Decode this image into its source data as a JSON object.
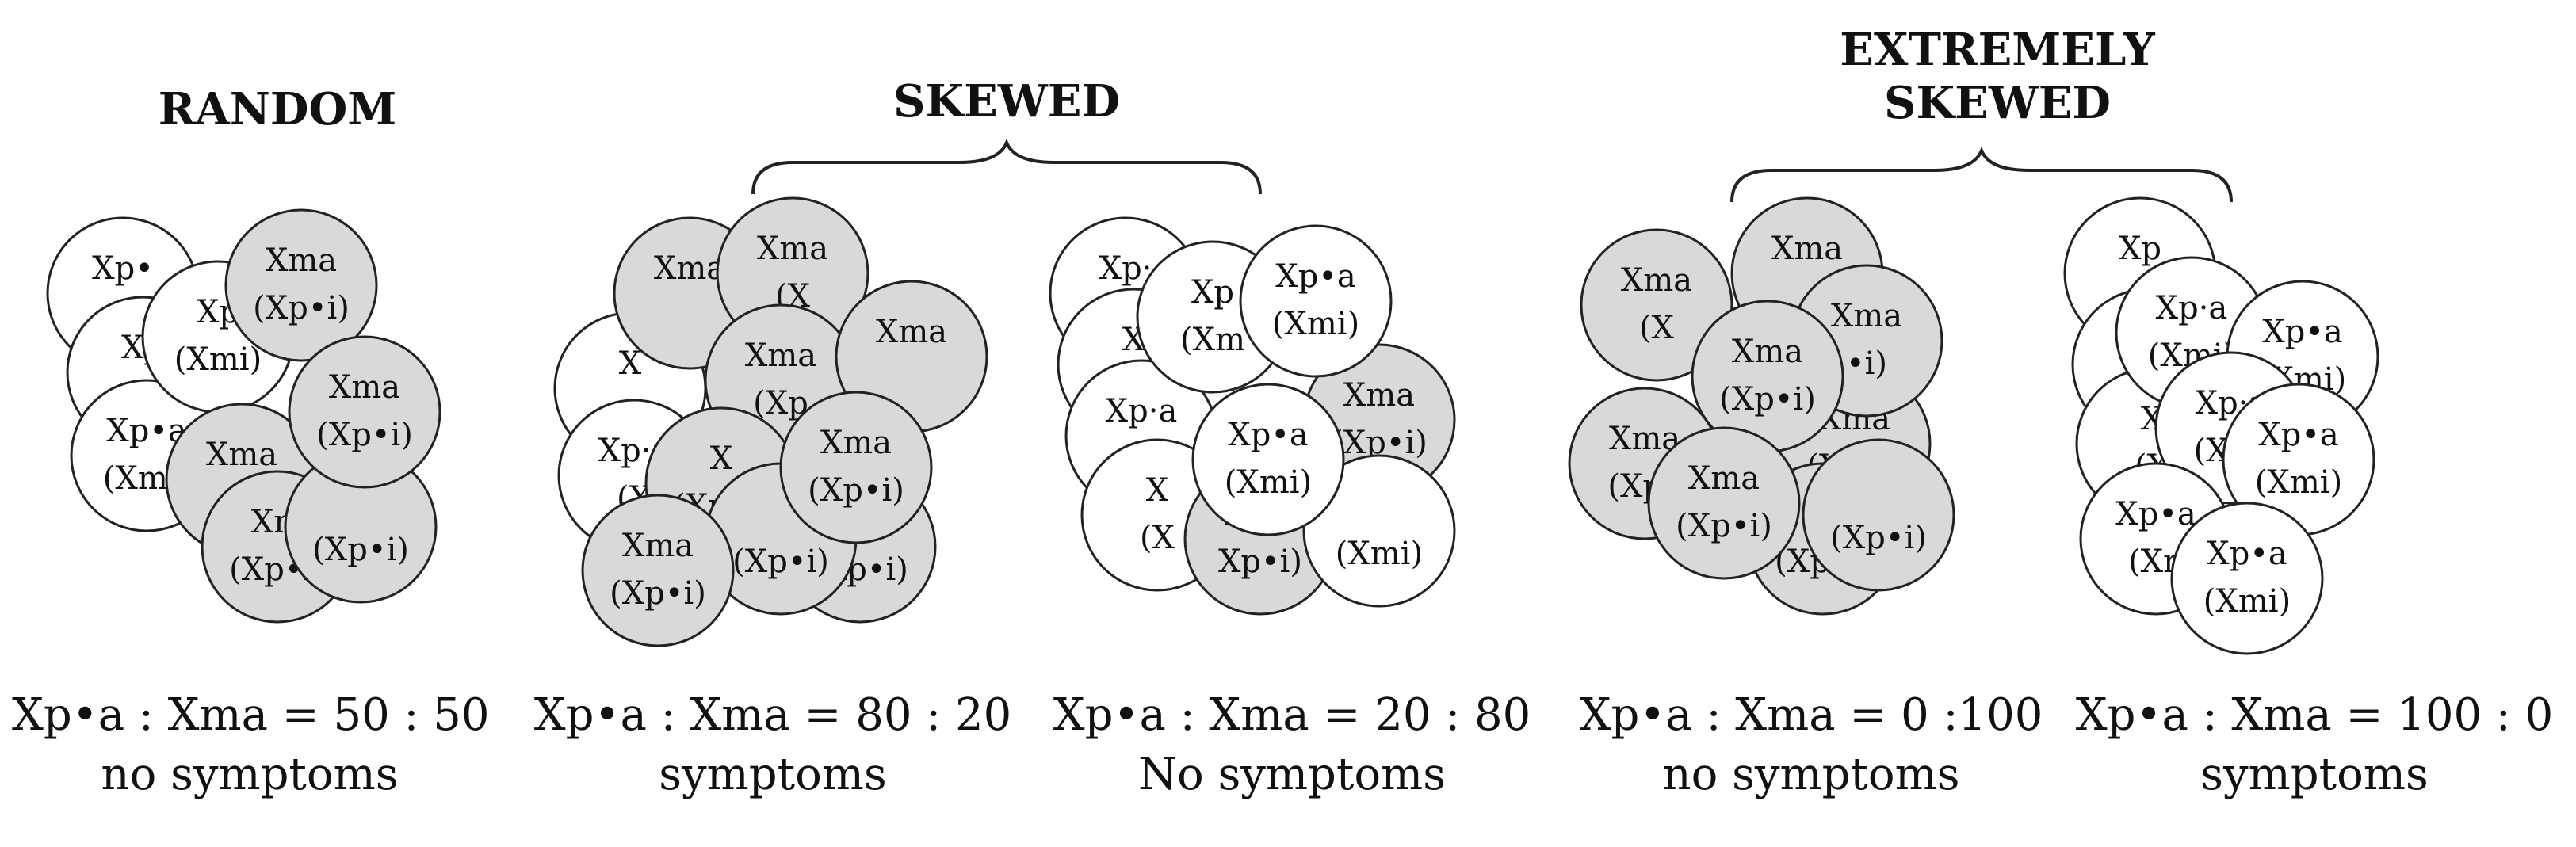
{
  "titles": {
    "random": "RANDOM",
    "skewed": "SKEWED",
    "extremely_skewed": "EXTREMELY\nSKEWED"
  },
  "colors": {
    "xma_cell": "#d9d9d9",
    "xp_cell": "#ffffff",
    "outline": "#222222"
  },
  "panels": [
    {
      "ratio": "Xp•a : Xma = 50 : 50",
      "outcome": "no symptoms",
      "cells": [
        {
          "type": "white",
          "l1": "Xp•",
          "l2": ""
        },
        {
          "type": "white",
          "l1": "Xp",
          "l2": ""
        },
        {
          "type": "white",
          "l1": "Xp•a",
          "l2": "(Xmi)"
        },
        {
          "type": "white",
          "l1": "Xp",
          "l2": "(Xmi)"
        },
        {
          "type": "gray",
          "l1": "Xma",
          "l2": "(Xp•i)"
        },
        {
          "type": "gray",
          "l1": "Xma",
          "l2": ""
        },
        {
          "type": "gray",
          "l1": "Xm",
          "l2": "(Xp•i)"
        },
        {
          "type": "gray",
          "l1": "",
          "l2": "(Xp•i)"
        },
        {
          "type": "gray",
          "l1": "Xma",
          "l2": "(Xp•i)"
        }
      ]
    },
    {
      "ratio": "Xp•a : Xma = 80 : 20",
      "outcome": "symptoms",
      "cells": [
        {
          "type": "white",
          "l1": "X",
          "l2": ""
        },
        {
          "type": "white",
          "l1": "Xp·a",
          "l2": "(X"
        },
        {
          "type": "gray",
          "l1": "Xma",
          "l2": ""
        },
        {
          "type": "gray",
          "l1": "Xma",
          "l2": "(X"
        },
        {
          "type": "gray",
          "l1": "Xma",
          "l2": "(Xp"
        },
        {
          "type": "gray",
          "l1": "Xma",
          "l2": ""
        },
        {
          "type": "gray",
          "l1": "Xma",
          "l2": "(Xp•i)"
        },
        {
          "type": "gray",
          "l1": "X",
          "l2": "(Xp•i)"
        },
        {
          "type": "gray",
          "l1": "",
          "l2": "(Xp•i)"
        },
        {
          "type": "gray",
          "l1": "Xma",
          "l2": "(Xp•i)"
        },
        {
          "type": "gray",
          "l1": "Xma",
          "l2": "(Xp•i)"
        }
      ]
    },
    {
      "ratio": "Xp•a : Xma = 20 : 80",
      "outcome": "No symptoms",
      "cells": [
        {
          "type": "white",
          "l1": "Xp·",
          "l2": ""
        },
        {
          "type": "white",
          "l1": "X",
          "l2": ""
        },
        {
          "type": "white",
          "l1": "Xp·a",
          "l2": ""
        },
        {
          "type": "white",
          "l1": "X",
          "l2": "(X"
        },
        {
          "type": "white",
          "l1": "Xp",
          "l2": "(Xm"
        },
        {
          "type": "gray",
          "l1": "Xma",
          "l2": "(Xp•i)"
        },
        {
          "type": "gray",
          "l1": "Xma",
          "l2": "Xp•i)"
        },
        {
          "type": "white",
          "l1": "Xp•a",
          "l2": "(Xmi)"
        },
        {
          "type": "white",
          "l1": "",
          "l2": "(Xmi)"
        },
        {
          "type": "white",
          "l1": "Xp•a",
          "l2": "(Xmi)"
        }
      ]
    },
    {
      "ratio": "Xp•a : Xma = 0 :100",
      "outcome": "no symptoms",
      "cells": [
        {
          "type": "gray",
          "l1": "Xma",
          "l2": "(X"
        },
        {
          "type": "gray",
          "l1": "Xma",
          "l2": "(Xp•"
        },
        {
          "type": "gray",
          "l1": "Xma",
          "l2": ""
        },
        {
          "type": "gray",
          "l1": "Xma",
          "l2": "(Xp•i)"
        },
        {
          "type": "gray",
          "l1": "",
          "l2": "(Xp•i)"
        },
        {
          "type": "gray",
          "l1": "",
          "l2": "(Xp•i)"
        },
        {
          "type": "gray",
          "l1": "Xma",
          "l2": "•i)"
        },
        {
          "type": "gray",
          "l1": "Xma",
          "l2": "(Xp•i)"
        },
        {
          "type": "gray",
          "l1": "Xma",
          "l2": "(Xp•i)"
        }
      ]
    },
    {
      "ratio": "Xp•a : Xma = 100 : 0",
      "outcome": "symptoms",
      "cells": [
        {
          "type": "white",
          "l1": "Xp",
          "l2": ""
        },
        {
          "type": "white",
          "l1": "X",
          "l2": ""
        },
        {
          "type": "white",
          "l1": "X",
          "l2": "(X"
        },
        {
          "type": "white",
          "l1": "Xp·a",
          "l2": "(Xmi)"
        },
        {
          "type": "white",
          "l1": "Xp•a",
          "l2": "(Xmi)"
        },
        {
          "type": "white",
          "l1": "Xp·a",
          "l2": "(Xmi"
        },
        {
          "type": "white",
          "l1": "Xp•a",
          "l2": "(Xmi)"
        },
        {
          "type": "white",
          "l1": "Xp•a",
          "l2": "(Xn"
        },
        {
          "type": "white",
          "l1": "Xp•a",
          "l2": "(Xmi)"
        }
      ]
    }
  ]
}
